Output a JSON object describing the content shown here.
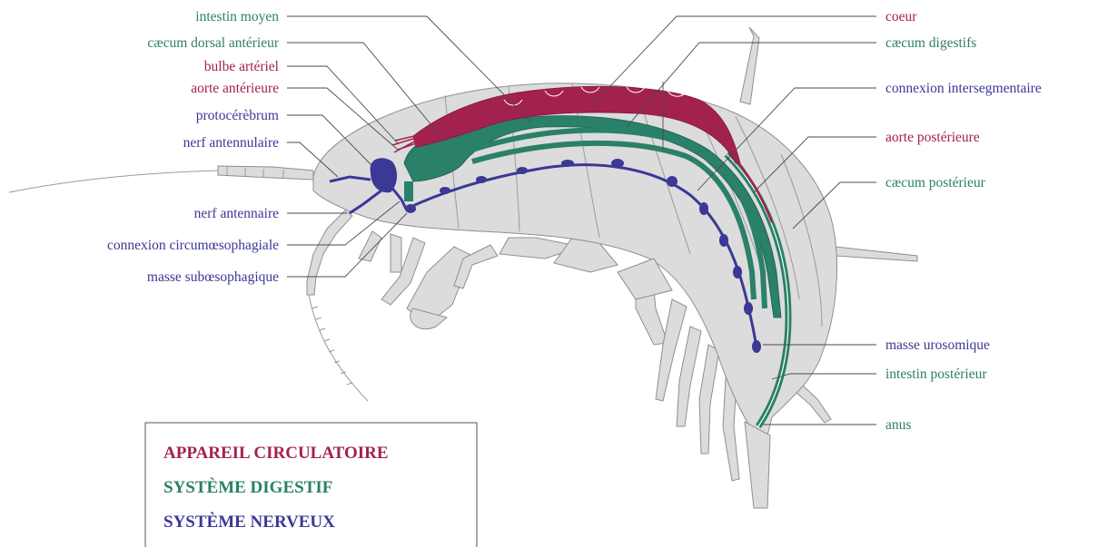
{
  "colors": {
    "circulatory": "#a3214f",
    "digestive": "#2a8069",
    "nervous": "#3b3896",
    "body": "#dcdcdc",
    "outline": "#8f8f8f"
  },
  "labels": {
    "intestin_moyen": "intestin moyen",
    "caecum_dorsal_anterieur": "cæcum dorsal antérieur",
    "bulbe_arteriel": "bulbe artériel",
    "aorte_anterieure": "aorte antérieure",
    "protocerebrum": "protocérèbrum",
    "nerf_antennulaire": "nerf antennulaire",
    "nerf_antennaire": "nerf antennaire",
    "connexion_circumoesophagiale": "connexion circumœsophagiale",
    "masse_suboesophagique": "masse subœsophagique",
    "coeur": "coeur",
    "caecum_digestifs": "cæcum digestifs",
    "connexion_intersegmentaire": "connexion intersegmentaire",
    "aorte_posterieure": "aorte postérieure",
    "caecum_posterieur": "cæcum postérieur",
    "masse_urosomique": "masse urosomique",
    "intestin_posterieur": "intestin postérieur",
    "anus": "anus"
  },
  "legend": {
    "circulatory": "APPAREIL CIRCULATOIRE",
    "digestive": "SYSTÈME DIGESTIF",
    "nervous": "SYSTÈME NERVEUX"
  }
}
